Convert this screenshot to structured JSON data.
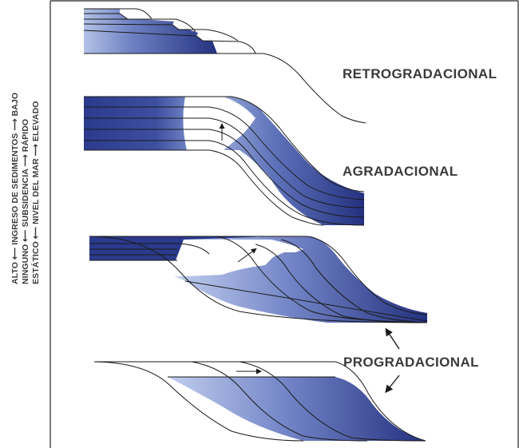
{
  "diagram": {
    "labels": {
      "retrogradational": "RETROGRADACIONAL",
      "aggradational": "AGRADACIONAL",
      "progradational": "PROGRADACIONAL"
    },
    "axis_legend": {
      "line1": "ALTO ⟵ INGRESO DE SEDIMENTOS ⟶ BAJO",
      "line2": "NINGUNO ⟵ SUBSIDENCIA ⟶ RÁPIDO",
      "line3": "ESTÁTICO ⟵ NIVEL DEL MAR ⟶ ELEVADO"
    },
    "colors": {
      "fill_dark": "#2b3a8c",
      "fill_light": "#aab9e0",
      "stroke": "#1a1a1a",
      "text": "#3a3a3a",
      "frame": "#222222"
    }
  }
}
